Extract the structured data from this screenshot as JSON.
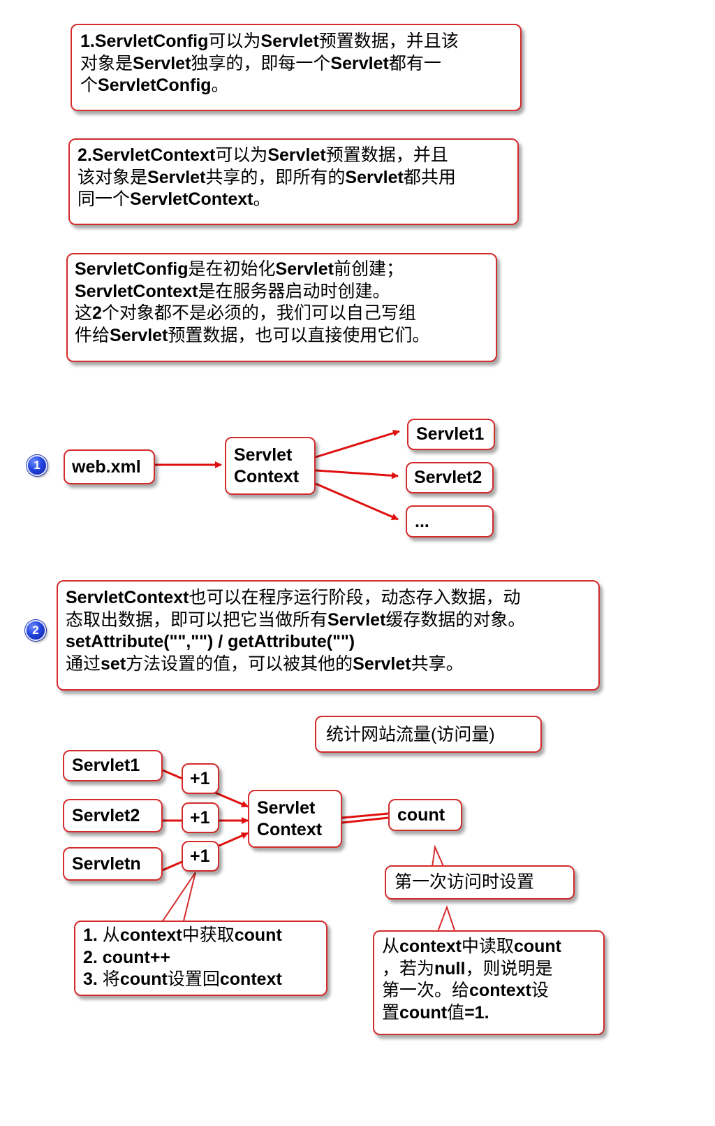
{
  "notes": {
    "config": [
      [
        "1.ServletConfig",
        "可以为",
        "Servlet",
        "预置数据，并且该"
      ],
      [
        "对象是",
        "Servlet",
        "独享的，即每一个",
        "Servlet",
        "都有一"
      ],
      [
        "个",
        "ServletConfig",
        "。"
      ]
    ],
    "context": [
      [
        "2.ServletContext",
        "可以为",
        "Servlet",
        "预置数据，并且"
      ],
      [
        "该对象是",
        "Servlet",
        "共享的，即所有的",
        "Servlet",
        "都共用"
      ],
      [
        "同一个",
        "ServletContext",
        "。"
      ]
    ],
    "creation": [
      [
        "ServletConfig",
        "是在初始化",
        "Servlet",
        "前创建；"
      ],
      [
        "ServletContext",
        "是在服务器启动时创建。"
      ],
      [
        "这",
        "2",
        "个对象都不是必须的，我们可以自己写组"
      ],
      [
        "件给",
        "Servlet",
        "预置数据，也可以直接使用它们。"
      ]
    ],
    "runtime": [
      [
        "ServletContext",
        "也可以在程序运行阶段，动态存入数据，动"
      ],
      [
        "态取出数据，即可以把它当做所有",
        "Servlet",
        "缓存数据的对象。"
      ],
      [
        "setAttribute(\"\",\"\") / getAttribute(\"\")"
      ],
      [
        "通过",
        "set",
        "方法设置的值，可以被其他的",
        "Servlet",
        "共享。"
      ]
    ],
    "steps": [
      [
        "1. ",
        "从",
        "context",
        "中获取",
        "count"
      ],
      [
        "2. count++"
      ],
      [
        "3. ",
        "将",
        "count",
        "设置回",
        "context"
      ]
    ],
    "read": [
      [
        "从",
        "context",
        "中读取",
        "count"
      ],
      [
        "，若为",
        "null",
        "，则说明是"
      ],
      [
        "第一次。给",
        "context",
        "设"
      ],
      [
        "置",
        "count",
        "值",
        "=1."
      ]
    ]
  },
  "badges": {
    "one": "1",
    "two": "2"
  },
  "diagram1": {
    "webxml": "web.xml",
    "context_line1": "Servlet",
    "context_line2": "Context",
    "servlet1": "Servlet1",
    "servlet2": "Servlet2",
    "more": "..."
  },
  "diagram2": {
    "title": "统计网站流量(访问量)",
    "servlet1": "Servlet1",
    "servlet2": "Servlet2",
    "servletn": "Servletn",
    "plus1": "+1",
    "plus2": "+1",
    "plus3": "+1",
    "context_line1": "Servlet",
    "context_line2": "Context",
    "count": "count",
    "first_visit": "第一次访问时设置"
  },
  "colors": {
    "border": "#d42b2b",
    "arrow": "#e01010",
    "badge": "#2345e0"
  }
}
